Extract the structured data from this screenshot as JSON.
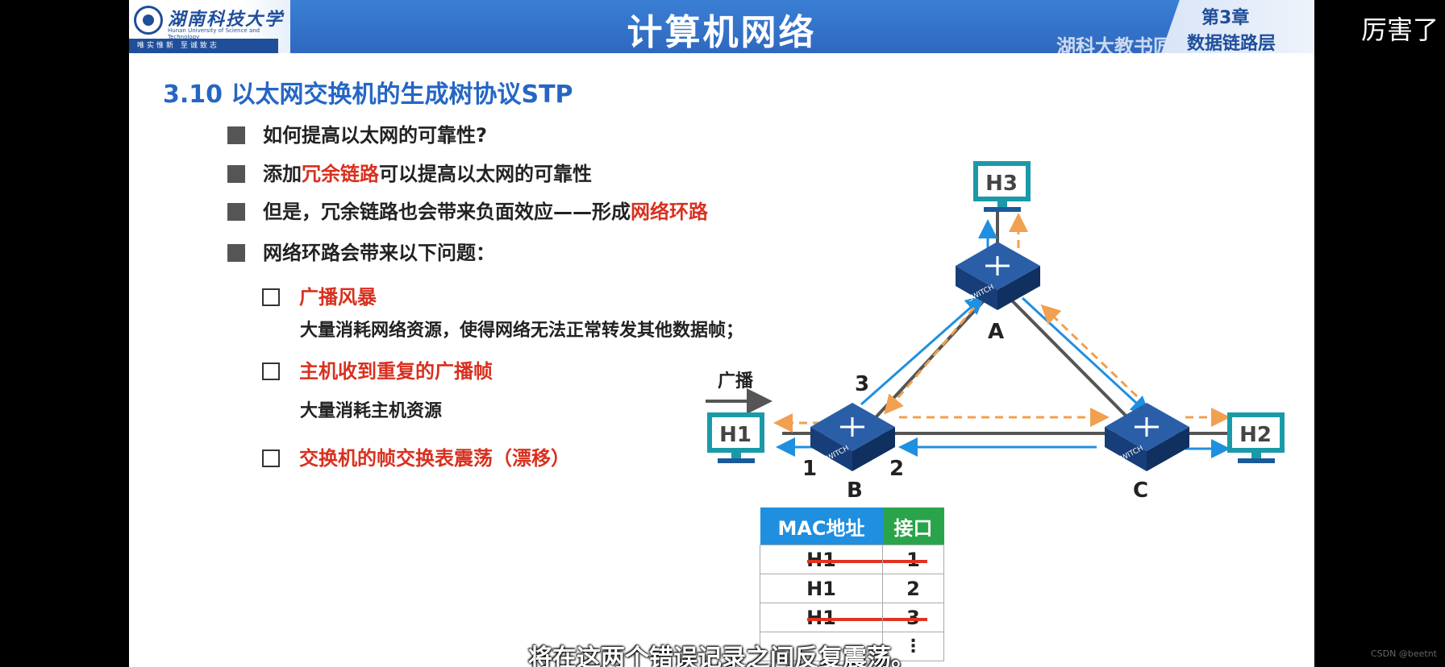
{
  "header": {
    "university_name": "湖南科技大学",
    "university_en": "Hunan University of Science and Technology",
    "motto": "唯实惟新  至诚致志",
    "course_title": "计算机网络",
    "chapter_number": "第3章",
    "chapter_name": "数据链路层",
    "watermark": "湖科大教书匠"
  },
  "section": {
    "title": "3.10 以太网交换机的生成树协议STP"
  },
  "bullets": [
    {
      "text": "如何提高以太网的可靠性?"
    },
    {
      "prefix": "添加",
      "highlight": "冗余链路",
      "suffix": "可以提高以太网的可靠性"
    },
    {
      "prefix": "但是，冗余链路也会带来负面效应——形成",
      "highlight": "网络环路"
    },
    {
      "text": "网络环路会带来以下问题："
    }
  ],
  "problems": [
    {
      "title": "广播风暴",
      "desc": "大量消耗网络资源，使得网络无法正常转发其他数据帧；"
    },
    {
      "title": "主机收到重复的广播帧",
      "desc": "大量消耗主机资源"
    },
    {
      "title": "交换机的帧交换表震荡（漂移）",
      "desc": ""
    }
  ],
  "diagram": {
    "hosts": [
      "H1",
      "H2",
      "H3"
    ],
    "switches": [
      "A",
      "B",
      "C"
    ],
    "switch_label": "SWITCH",
    "ports": [
      "1",
      "2",
      "3"
    ],
    "broadcast_label": "广播"
  },
  "mac_table": {
    "headers": [
      "MAC地址",
      "接口"
    ],
    "rows": [
      {
        "mac": "H1",
        "port": "1",
        "struck": true
      },
      {
        "mac": "H1",
        "port": "2",
        "struck": false
      },
      {
        "mac": "H1",
        "port": "3",
        "struck": true
      }
    ]
  },
  "subtitle": "将在这两个错误记录之间反复震荡。",
  "overlay_comment": "厉害了",
  "csdn_watermark": "CSDN @beetnt",
  "colors": {
    "header_blue": "#2f68bf",
    "title_blue": "#2566c4",
    "highlight_red": "#d9301f",
    "arrow_blue": "#1f8fe0",
    "arrow_orange": "#f0a050"
  }
}
